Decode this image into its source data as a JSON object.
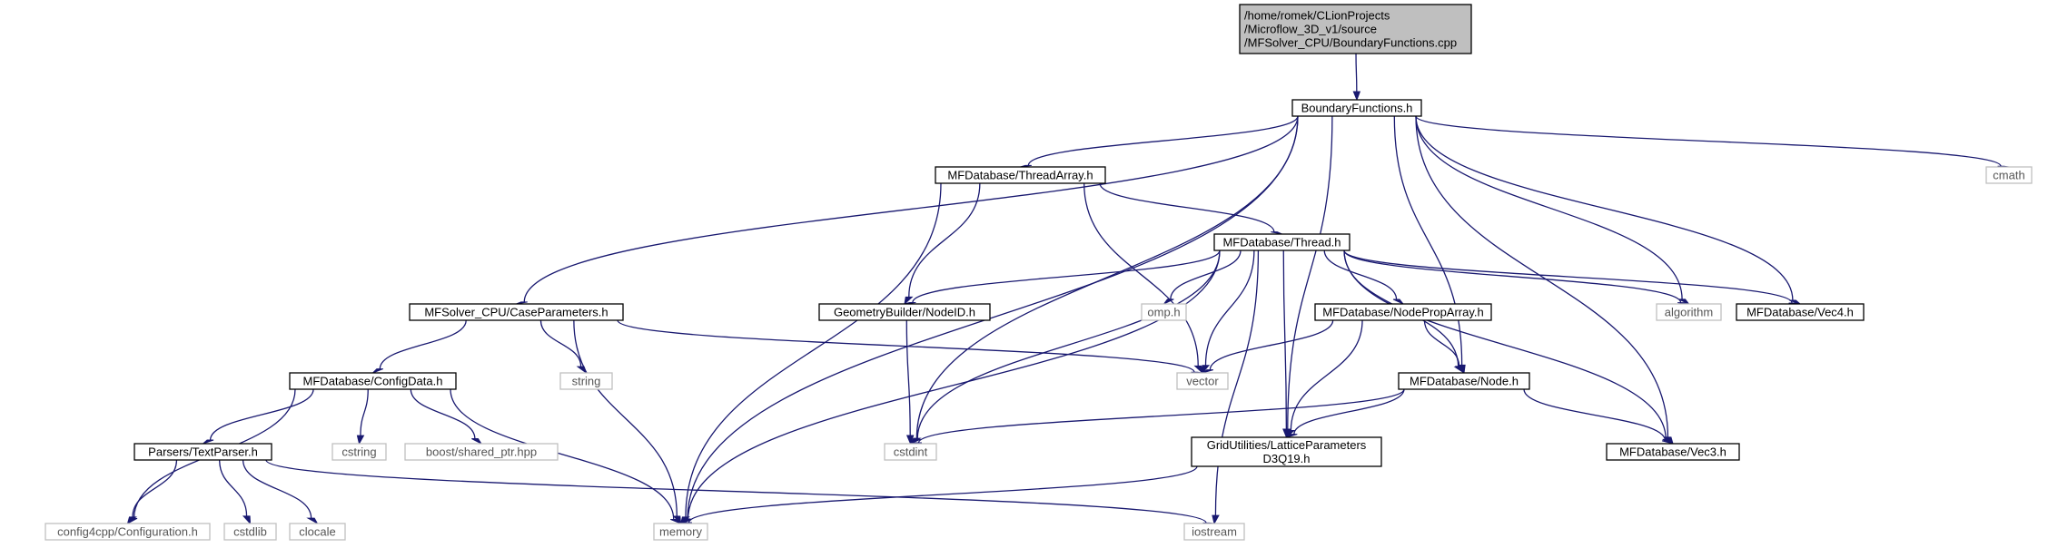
{
  "graph": {
    "nodes": {
      "root": {
        "lines": [
          "/home/romek/CLionProjects",
          "/Microflow_3D_v1/source",
          "/MFSolver_CPU/BoundaryFunctions.cpp"
        ],
        "kind": "root"
      },
      "bf": {
        "lines": [
          "BoundaryFunctions.h"
        ],
        "kind": "local"
      },
      "ta": {
        "lines": [
          "MFDatabase/ThreadArray.h"
        ],
        "kind": "local"
      },
      "cmath": {
        "lines": [
          "cmath"
        ],
        "kind": "sys"
      },
      "th": {
        "lines": [
          "MFDatabase/Thread.h"
        ],
        "kind": "local"
      },
      "cp": {
        "lines": [
          "MFSolver_CPU/CaseParameters.h"
        ],
        "kind": "local"
      },
      "gb": {
        "lines": [
          "GeometryBuilder/NodeID.h"
        ],
        "kind": "local"
      },
      "omp": {
        "lines": [
          "omp.h"
        ],
        "kind": "sys"
      },
      "npa": {
        "lines": [
          "MFDatabase/NodePropArray.h"
        ],
        "kind": "local"
      },
      "alg": {
        "lines": [
          "algorithm"
        ],
        "kind": "sys"
      },
      "v4": {
        "lines": [
          "MFDatabase/Vec4.h"
        ],
        "kind": "local"
      },
      "cd": {
        "lines": [
          "MFDatabase/ConfigData.h"
        ],
        "kind": "local"
      },
      "string": {
        "lines": [
          "string"
        ],
        "kind": "sys"
      },
      "vector": {
        "lines": [
          "vector"
        ],
        "kind": "sys"
      },
      "node": {
        "lines": [
          "MFDatabase/Node.h"
        ],
        "kind": "local"
      },
      "tp": {
        "lines": [
          "Parsers/TextParser.h"
        ],
        "kind": "local"
      },
      "cstring": {
        "lines": [
          "cstring"
        ],
        "kind": "sys"
      },
      "bsp": {
        "lines": [
          "boost/shared_ptr.hpp"
        ],
        "kind": "sys"
      },
      "cstdint": {
        "lines": [
          "cstdint"
        ],
        "kind": "sys"
      },
      "lp": {
        "lines": [
          "GridUtilities/LatticeParameters",
          "D3Q19.h"
        ],
        "kind": "local"
      },
      "v3": {
        "lines": [
          "MFDatabase/Vec3.h"
        ],
        "kind": "local"
      },
      "cfg": {
        "lines": [
          "config4cpp/Configuration.h"
        ],
        "kind": "sys"
      },
      "cstdlib": {
        "lines": [
          "cstdlib"
        ],
        "kind": "sys"
      },
      "clocale": {
        "lines": [
          "clocale"
        ],
        "kind": "sys"
      },
      "memory": {
        "lines": [
          "memory"
        ],
        "kind": "sys"
      },
      "iostream": {
        "lines": [
          "iostream"
        ],
        "kind": "sys"
      }
    },
    "edges": [
      [
        "root",
        "bf"
      ],
      [
        "bf",
        "ta"
      ],
      [
        "bf",
        "cmath"
      ],
      [
        "bf",
        "cp"
      ],
      [
        "bf",
        "memory"
      ],
      [
        "bf",
        "cstdint"
      ],
      [
        "bf",
        "lp"
      ],
      [
        "bf",
        "alg"
      ],
      [
        "bf",
        "v4"
      ],
      [
        "bf",
        "node"
      ],
      [
        "bf",
        "v3"
      ],
      [
        "ta",
        "th"
      ],
      [
        "ta",
        "gb"
      ],
      [
        "ta",
        "vector"
      ],
      [
        "ta",
        "memory"
      ],
      [
        "th",
        "gb"
      ],
      [
        "th",
        "omp"
      ],
      [
        "th",
        "npa"
      ],
      [
        "th",
        "alg"
      ],
      [
        "th",
        "v4"
      ],
      [
        "th",
        "vector"
      ],
      [
        "th",
        "node"
      ],
      [
        "th",
        "cstdint"
      ],
      [
        "th",
        "lp"
      ],
      [
        "th",
        "memory"
      ],
      [
        "th",
        "v3"
      ],
      [
        "th",
        "iostream"
      ],
      [
        "cp",
        "cd"
      ],
      [
        "cp",
        "string"
      ],
      [
        "cp",
        "vector"
      ],
      [
        "cp",
        "memory"
      ],
      [
        "gb",
        "cstdint"
      ],
      [
        "npa",
        "vector"
      ],
      [
        "npa",
        "node"
      ],
      [
        "npa",
        "lp"
      ],
      [
        "node",
        "cstdint"
      ],
      [
        "node",
        "lp"
      ],
      [
        "node",
        "v3"
      ],
      [
        "cd",
        "tp"
      ],
      [
        "cd",
        "cstring"
      ],
      [
        "cd",
        "bsp"
      ],
      [
        "cd",
        "memory"
      ],
      [
        "cd",
        "cfg"
      ],
      [
        "tp",
        "cfg"
      ],
      [
        "tp",
        "cstdlib"
      ],
      [
        "tp",
        "clocale"
      ],
      [
        "tp",
        "iostream"
      ],
      [
        "lp",
        "memory"
      ]
    ]
  }
}
